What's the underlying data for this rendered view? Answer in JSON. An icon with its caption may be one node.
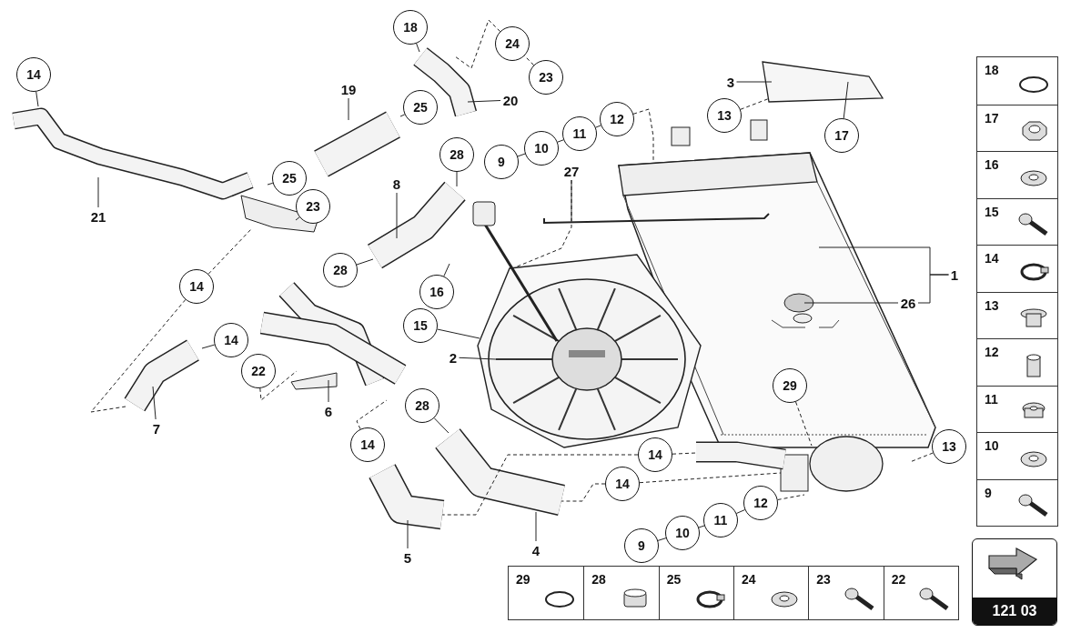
{
  "diagram": {
    "nodes": [
      {
        "text": [
          "18"
        ]
      },
      {
        "text": [
          "24"
        ]
      },
      {
        "text": [
          "23"
        ]
      },
      {
        "text": [
          "14"
        ]
      },
      {
        "text": [
          "19"
        ]
      },
      {
        "text": [
          "25"
        ]
      },
      {
        "text": [
          "20"
        ]
      },
      {
        "text": [
          "3"
        ]
      },
      {
        "text": [
          "12"
        ]
      },
      {
        "text": [
          "13"
        ]
      },
      {
        "text": [
          "11"
        ]
      },
      {
        "text": [
          "17"
        ]
      },
      {
        "text": [
          "10"
        ]
      },
      {
        "text": [
          "28"
        ]
      },
      {
        "text": [
          "9"
        ]
      },
      {
        "text": [
          "27"
        ]
      },
      {
        "text": [
          "25"
        ]
      },
      {
        "text": [
          "8"
        ]
      },
      {
        "text": [
          "23"
        ]
      },
      {
        "text": [
          "21"
        ]
      },
      {
        "text": [
          "1"
        ]
      },
      {
        "text": [
          "28"
        ]
      },
      {
        "text": [
          "14"
        ]
      },
      {
        "text": [
          "16"
        ]
      },
      {
        "text": [
          "26"
        ]
      },
      {
        "text": [
          "15"
        ]
      },
      {
        "text": [
          "14"
        ]
      },
      {
        "text": [
          "2"
        ]
      },
      {
        "text": [
          "22"
        ]
      },
      {
        "text": [
          "29"
        ]
      },
      {
        "text": [
          "28"
        ]
      },
      {
        "text": [
          "6"
        ]
      },
      {
        "text": [
          "7"
        ]
      },
      {
        "text": [
          "14"
        ]
      },
      {
        "text": [
          "14"
        ]
      },
      {
        "text": [
          "13"
        ]
      },
      {
        "text": [
          "14"
        ]
      },
      {
        "text": [
          "12"
        ]
      },
      {
        "text": [
          "11"
        ]
      },
      {
        "text": [
          "10"
        ]
      },
      {
        "text": [
          "4"
        ]
      },
      {
        "text": [
          "9"
        ]
      },
      {
        "text": [
          "5"
        ]
      }
    ],
    "edges": [
      {
        "from": 0,
        "to": null,
        "arrow": "none"
      },
      {
        "from": 1,
        "to": null,
        "arrow": "none",
        "style": "dashed"
      },
      {
        "from": 2,
        "to": 1,
        "arrow": "none",
        "style": "dashed"
      },
      {
        "from": 3,
        "to": null,
        "arrow": "none"
      },
      {
        "from": 4,
        "to": null,
        "arrow": "none"
      },
      {
        "from": 5,
        "to": null,
        "arrow": "none"
      },
      {
        "from": 6,
        "to": null,
        "arrow": "none"
      },
      {
        "from": 7,
        "to": null,
        "arrow": "none"
      },
      {
        "from": 8,
        "to": null,
        "arrow": "none",
        "style": "dashed"
      },
      {
        "from": 9,
        "to": null,
        "arrow": "none",
        "style": "dashed"
      },
      {
        "from": 10,
        "to": 8,
        "arrow": "none"
      },
      {
        "from": 12,
        "to": 10,
        "arrow": "none"
      },
      {
        "from": 14,
        "to": 12,
        "arrow": "none"
      },
      {
        "from": 11,
        "to": null,
        "arrow": "none"
      },
      {
        "from": 13,
        "to": null,
        "arrow": "none"
      },
      {
        "from": 15,
        "to": null,
        "arrow": "none"
      },
      {
        "from": 15,
        "to": null,
        "arrow": "none",
        "style": "dashed"
      },
      {
        "from": 16,
        "to": null,
        "arrow": "none"
      },
      {
        "from": 17,
        "to": null,
        "arrow": "none"
      },
      {
        "from": 18,
        "to": null,
        "arrow": "none"
      },
      {
        "from": 19,
        "to": null,
        "arrow": "none"
      },
      {
        "from": 20,
        "to": null,
        "arrow": "none"
      },
      {
        "from": 20,
        "to": 24,
        "arrow": "none"
      },
      {
        "from": 24,
        "to": null,
        "arrow": "none"
      },
      {
        "from": 21,
        "to": null,
        "arrow": "none"
      },
      {
        "from": 22,
        "to": null,
        "arrow": "none",
        "style": "dashed"
      },
      {
        "from": 22,
        "to": null,
        "arrow": "none",
        "style": "dashed"
      },
      {
        "from": 23,
        "to": null,
        "arrow": "none"
      },
      {
        "from": 25,
        "to": null,
        "arrow": "none"
      },
      {
        "from": 26,
        "to": null,
        "arrow": "none"
      },
      {
        "from": 27,
        "to": null,
        "arrow": "none"
      },
      {
        "from": 28,
        "to": null,
        "arrow": "none",
        "style": "dashed"
      },
      {
        "from": 29,
        "to": null,
        "arrow": "none",
        "style": "dashed"
      },
      {
        "from": 30,
        "to": null,
        "arrow": "none"
      },
      {
        "from": 31,
        "to": null,
        "arrow": "none"
      },
      {
        "from": 32,
        "to": null,
        "arrow": "none"
      },
      {
        "from": 33,
        "to": null,
        "arrow": "none",
        "style": "dashed"
      },
      {
        "from": 34,
        "to": null,
        "arrow": "none",
        "style": "dashed"
      },
      {
        "from": 34,
        "to": null,
        "arrow": "none",
        "style": "dashed"
      },
      {
        "from": 35,
        "to": null,
        "arrow": "none",
        "style": "dashed"
      },
      {
        "from": 36,
        "to": null,
        "arrow": "none",
        "style": "dashed"
      },
      {
        "from": 36,
        "to": null,
        "arrow": "none",
        "style": "dashed"
      },
      {
        "from": 37,
        "to": null,
        "arrow": "none",
        "style": "dashed"
      },
      {
        "from": 38,
        "to": 37,
        "arrow": "none"
      },
      {
        "from": 39,
        "to": 38,
        "arrow": "none"
      },
      {
        "from": 41,
        "to": 39,
        "arrow": "none"
      },
      {
        "from": 40,
        "to": null,
        "arrow": "none"
      },
      {
        "from": 42,
        "to": null,
        "arrow": "none"
      }
    ],
    "labels": [
      "18",
      "17",
      "16",
      "15",
      "14",
      "13",
      "12",
      "11",
      "10",
      "9",
      "29",
      "28",
      "25",
      "24",
      "23",
      "22",
      "121 03"
    ]
  }
}
